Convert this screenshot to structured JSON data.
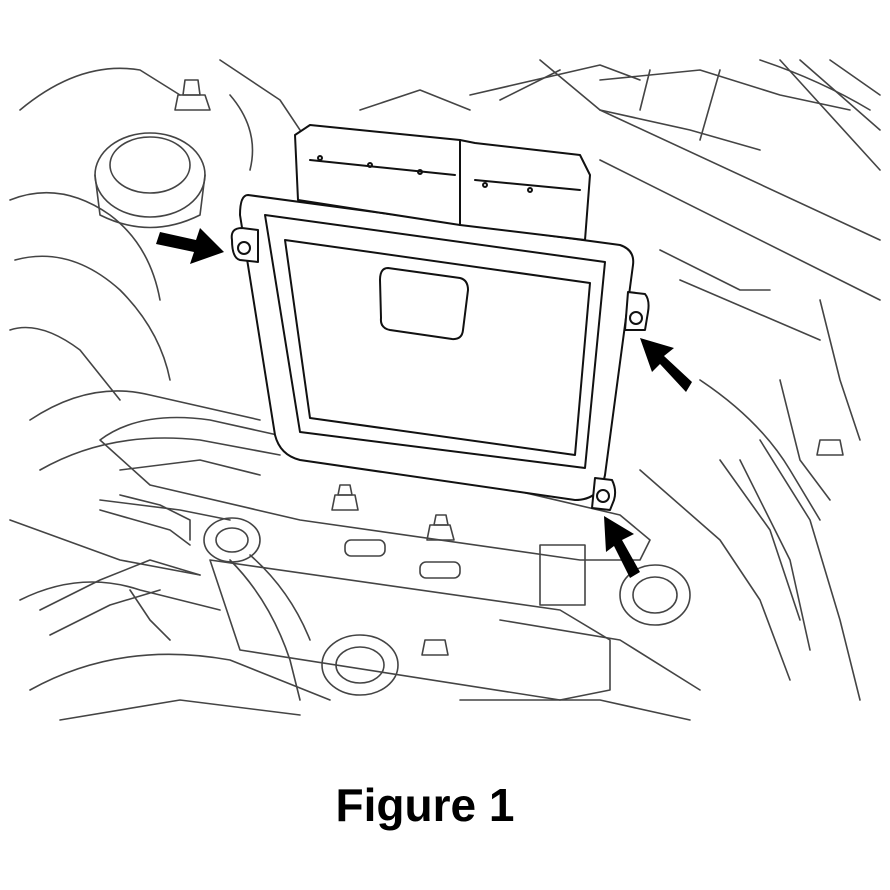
{
  "figure": {
    "caption": "Figure 1",
    "subject_icon": "engine-control-module-icon",
    "callouts": [
      {
        "name": "callout-arrow-upper-left",
        "icon": "arrow-right-down-icon"
      },
      {
        "name": "callout-arrow-right",
        "icon": "arrow-up-left-icon"
      },
      {
        "name": "callout-arrow-lower-right",
        "icon": "arrow-up-left-icon"
      }
    ],
    "colors": {
      "line": "#000000",
      "background": "#ffffff"
    }
  }
}
